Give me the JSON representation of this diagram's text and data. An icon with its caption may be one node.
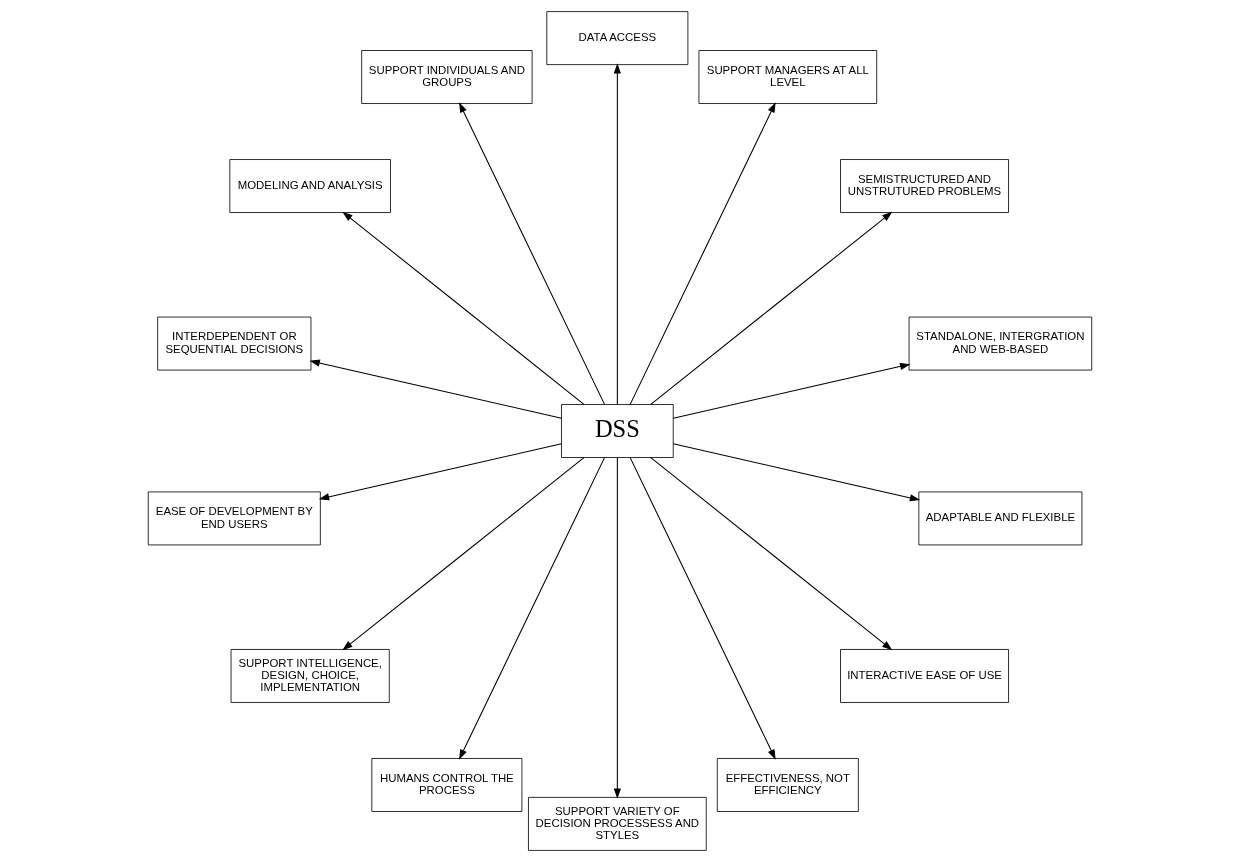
{
  "diagram": {
    "nodes": [
      {
        "text": [
          "DSS"
        ]
      },
      {
        "text": [
          "STANDALONE, INTERGRATION AND WEB-BASED"
        ]
      },
      {
        "text": [
          "SEMISTRUCTURED AND UNSTRUTURED PROBLEMS"
        ]
      },
      {
        "text": [
          "SUPPORT MANAGERS AT ALL LEVEL"
        ]
      },
      {
        "text": [
          "DATA ACCESS"
        ]
      },
      {
        "text": [
          "SUPPORT INDIVIDUALS AND GROUPS"
        ]
      },
      {
        "text": [
          "MODELING AND ANALYSIS"
        ]
      },
      {
        "text": [
          "INTERDEPENDENT OR SEQUENTIAL DECISIONS"
        ]
      },
      {
        "text": [
          "EASE OF DEVELOPMENT BY END USERS"
        ]
      },
      {
        "text": [
          "SUPPORT INTELLIGENCE, DESIGN, CHOICE, IMPLEMENTATION"
        ]
      },
      {
        "text": [
          "HUMANS CONTROL THE PROCESS"
        ]
      },
      {
        "text": [
          "SUPPORT VARIETY OF DECISION PROCESSESS AND STYLES"
        ]
      },
      {
        "text": [
          "EFFECTIVENESS, NOT EFFICIENCY"
        ]
      },
      {
        "text": [
          "INTERACTIVE EASE OF USE"
        ]
      },
      {
        "text": [
          "ADAPTABLE AND FLEXIBLE"
        ]
      }
    ],
    "edges": [
      {
        "from": 0,
        "to": 1,
        "arrow": "to"
      },
      {
        "from": 0,
        "to": 2,
        "arrow": "to"
      },
      {
        "from": 0,
        "to": 3,
        "arrow": "to"
      },
      {
        "from": 0,
        "to": 4,
        "arrow": "to"
      },
      {
        "from": 0,
        "to": 5,
        "arrow": "to"
      },
      {
        "from": 0,
        "to": 6,
        "arrow": "to"
      },
      {
        "from": 0,
        "to": 7,
        "arrow": "to"
      },
      {
        "from": 0,
        "to": 8,
        "arrow": "to"
      },
      {
        "from": 0,
        "to": 9,
        "arrow": "to"
      },
      {
        "from": 0,
        "to": 10,
        "arrow": "to"
      },
      {
        "from": 0,
        "to": 11,
        "arrow": "to"
      },
      {
        "from": 0,
        "to": 12,
        "arrow": "to"
      },
      {
        "from": 0,
        "to": 13,
        "arrow": "to"
      },
      {
        "from": 0,
        "to": 14,
        "arrow": "to"
      }
    ]
  }
}
